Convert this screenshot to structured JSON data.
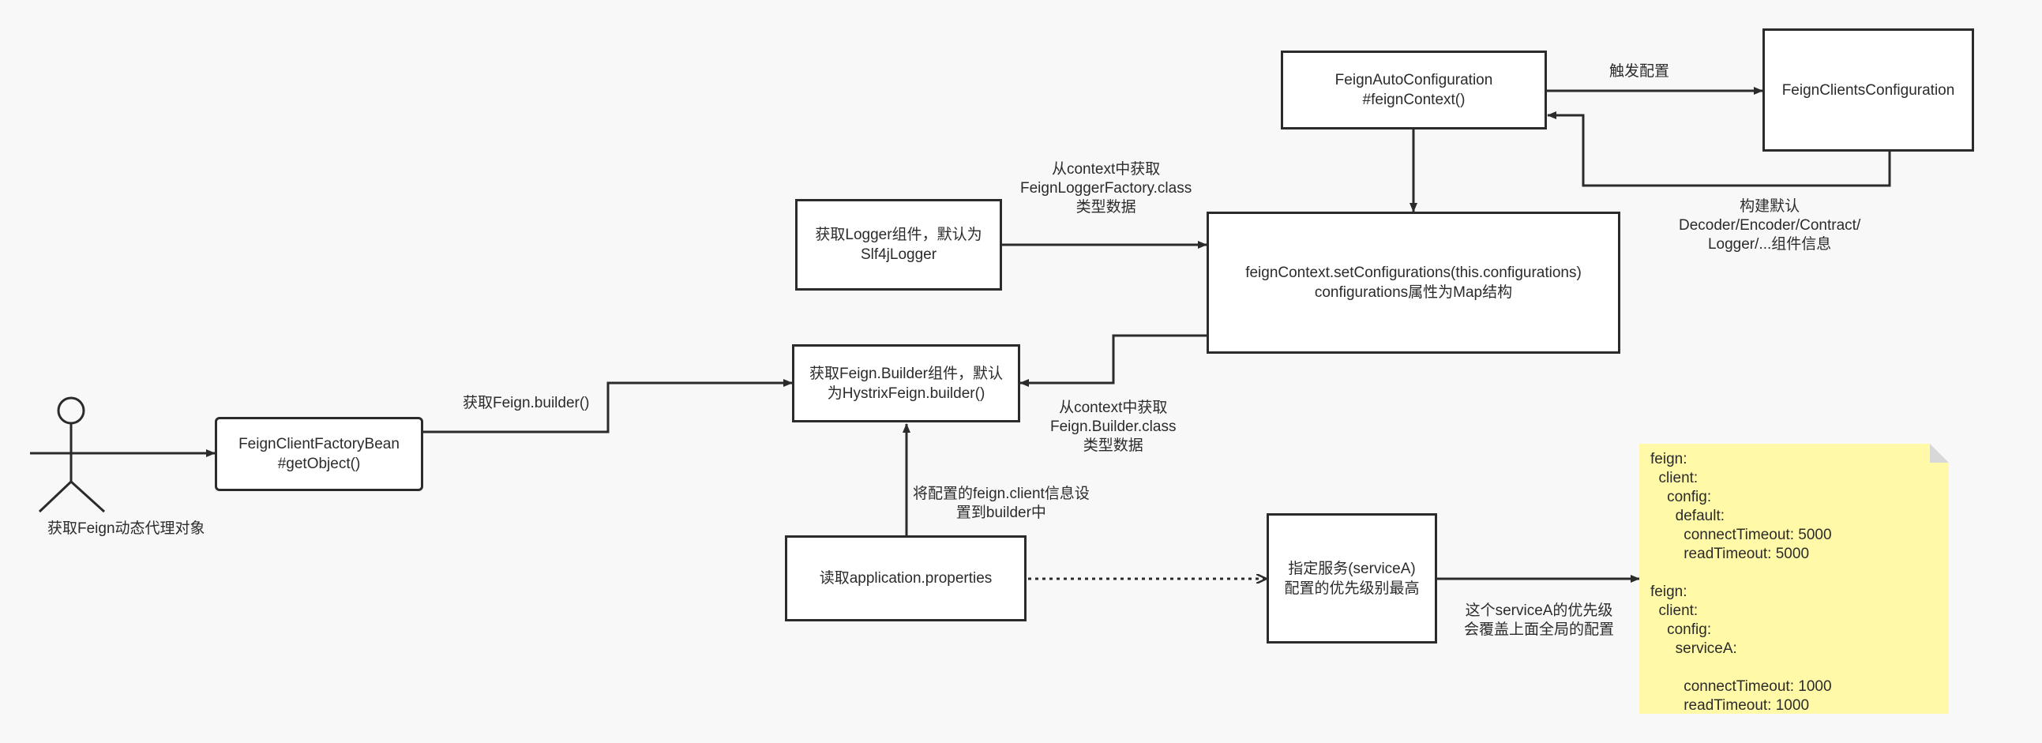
{
  "actor": {
    "label": "获取Feign动态代理对象"
  },
  "nodes": {
    "factory_bean": {
      "line1": "FeignClientFactoryBean",
      "line2": "#getObject()"
    },
    "builder": {
      "line1": "获取Feign.Builder组件，默认",
      "line2": "为HystrixFeign.builder()"
    },
    "logger": {
      "line1": "获取Logger组件，默认为",
      "line2": "Slf4jLogger"
    },
    "feign_context": {
      "line1": "feignContext.setConfigurations(this.configurations)",
      "line2": "configurations属性为Map结构"
    },
    "auto_config": {
      "line1": "FeignAutoConfiguration",
      "line2": "#feignContext()"
    },
    "clients_config": {
      "line1": "FeignClientsConfiguration"
    },
    "app_properties": {
      "line1": "读取application.properties"
    },
    "service_a": {
      "line1": "指定服务(serviceA)",
      "line2": "配置的优先级别最高"
    }
  },
  "edge_labels": {
    "get_builder": "获取Feign.builder()",
    "trigger_config": "触发配置",
    "logger_from_context": {
      "line1": "从context中获取",
      "line2": "FeignLoggerFactory.class",
      "line3": "类型数据"
    },
    "builder_from_context": {
      "line1": "从context中获取",
      "line2": "Feign.Builder.class",
      "line3": "类型数据"
    },
    "build_defaults": {
      "line1": "构建默认",
      "line2": "Decoder/Encoder/Contract/",
      "line3": "Logger/...组件信息"
    },
    "set_to_builder": {
      "line1": "将配置的feign.client信息设",
      "line2": "置到builder中"
    },
    "service_override": {
      "line1": "这个serviceA的优先级",
      "line2": "会覆盖上面全局的配置"
    }
  },
  "note": {
    "lines": [
      "feign:",
      "  client:",
      "    config:",
      "      default:",
      "        connectTimeout: 5000",
      "        readTimeout: 5000",
      "",
      "feign:",
      "  client:",
      "    config:",
      "      serviceA:",
      "",
      "        connectTimeout: 1000",
      "        readTimeout: 1000"
    ]
  },
  "colors": {
    "stroke": "#2b2b2b",
    "note_bg": "#fff9a8",
    "note_fold": "#d8d8d8",
    "background": "#f8f8f8"
  }
}
